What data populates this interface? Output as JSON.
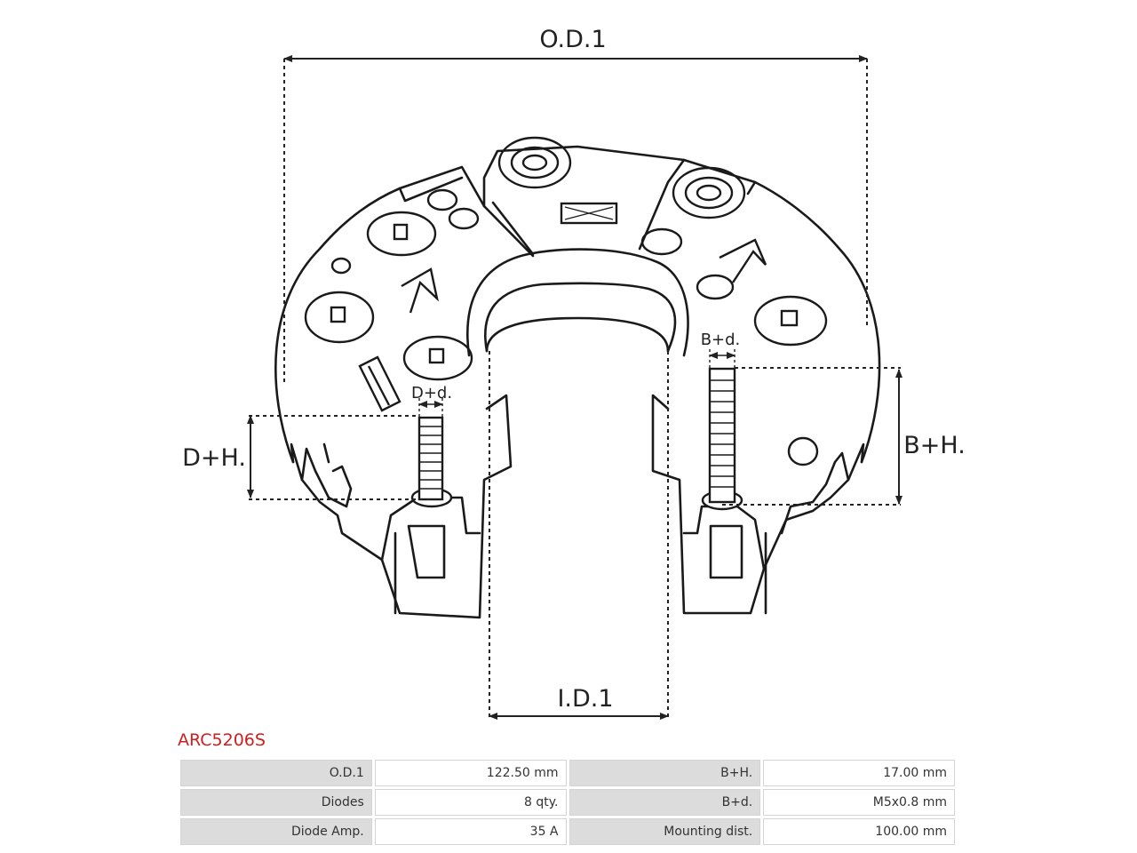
{
  "diagram": {
    "labels": {
      "od": "O.D.1",
      "id": "I.D.1",
      "dh": "D+H.",
      "dd": "D+d.",
      "bh": "B+H.",
      "bd": "B+d."
    }
  },
  "part_number": "ARC5206S",
  "specs": [
    {
      "label": "O.D.1",
      "value": "122.50 mm",
      "label2": "B+H.",
      "value2": "17.00 mm"
    },
    {
      "label": "Diodes",
      "value": "8 qty.",
      "label2": "B+d.",
      "value2": "M5x0.8 mm"
    },
    {
      "label": "Diode Amp.",
      "value": "35 A",
      "label2": "Mounting dist.",
      "value2": "100.00 mm"
    }
  ]
}
